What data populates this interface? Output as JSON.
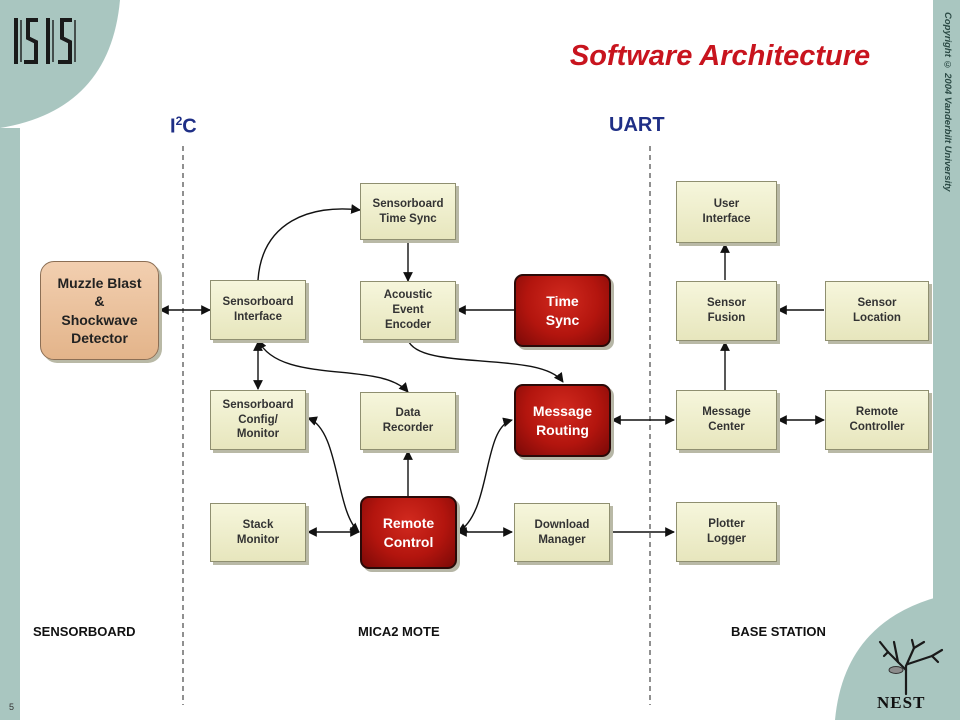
{
  "title": "Software Architecture",
  "copyright": "Copyright © 2004 Vanderbilt University",
  "page_number": "5",
  "logo_text": "ISIS",
  "nest_logo_text": "NEST",
  "bus_labels": {
    "i2c_base": "I",
    "i2c_sup": "2",
    "i2c_end": "C",
    "uart": "UART"
  },
  "sections": {
    "sensorboard": "SENSORBOARD",
    "mote": "MICA2 MOTE",
    "base_station": "BASE STATION"
  },
  "nodes": {
    "detector": "Muzzle Blast\n&\nShockwave\nDetector",
    "sb_interface": "Sensorboard\nInterface",
    "sb_config": "Sensorboard\nConfig/\nMonitor",
    "stack_monitor": "Stack\nMonitor",
    "sb_time_sync": "Sensorboard\nTime Sync",
    "acoustic_encoder": "Acoustic\nEvent\nEncoder",
    "data_recorder": "Data\nRecorder",
    "remote_control": "Remote\nControl",
    "time_sync": "Time\nSync",
    "message_routing": "Message\nRouting",
    "download_manager": "Download\nManager",
    "user_interface": "User\nInterface",
    "sensor_fusion": "Sensor\nFusion",
    "message_center": "Message\nCenter",
    "plotter_logger": "Plotter\nLogger",
    "sensor_location": "Sensor\nLocation",
    "remote_controller": "Remote\nController"
  },
  "colors": {
    "accent_teal": "#a9c6c0",
    "title_red": "#c8141e",
    "bus_blue": "#1f2f86",
    "box_fill": "#efeecf",
    "active_red": "#b3150e",
    "detector_fill": "#ecc39f"
  }
}
